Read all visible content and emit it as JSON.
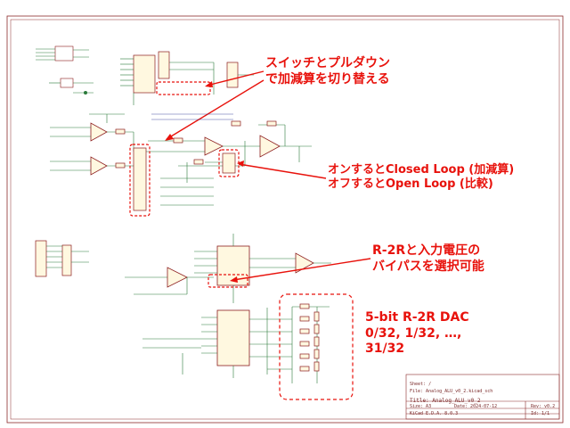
{
  "annotations": {
    "switch": {
      "lines": [
        "スイッチとプルダウン",
        "で加減算を切り替える"
      ],
      "color": "#e8120c"
    },
    "loop": {
      "lines": [
        "オンするとClosed Loop (加減算)",
        "オフするとOpen Loop (比較)"
      ],
      "color": "#e8120c"
    },
    "r2r": {
      "lines": [
        "R-2Rと入力電圧の",
        "バイパスを選択可能"
      ],
      "color": "#e8120c"
    },
    "dac": {
      "lines": [
        "5-bit R-2R DAC",
        "0/32, 1/32, …,",
        "31/32"
      ],
      "color": "#e8120c"
    }
  },
  "title_block": {
    "sheet": "Sheet: /",
    "file": "File: Analog_ALU_v0_2.kicad_sch",
    "title": "Title: Analog_ALU_v0_2",
    "size": "Size: A3",
    "date": "Date: 2024-07-12",
    "rev": "Rev: v0.2",
    "kicad": "KiCad E.D.A. 8.0.3",
    "id": "Id: 1/1"
  },
  "colors": {
    "border": "#8c2a2a",
    "wire": "#2a7a3a",
    "component": "#8c1c1c",
    "label": "#1c2a8c",
    "highlight": "#e8120c",
    "power": "#7a1c1c"
  }
}
